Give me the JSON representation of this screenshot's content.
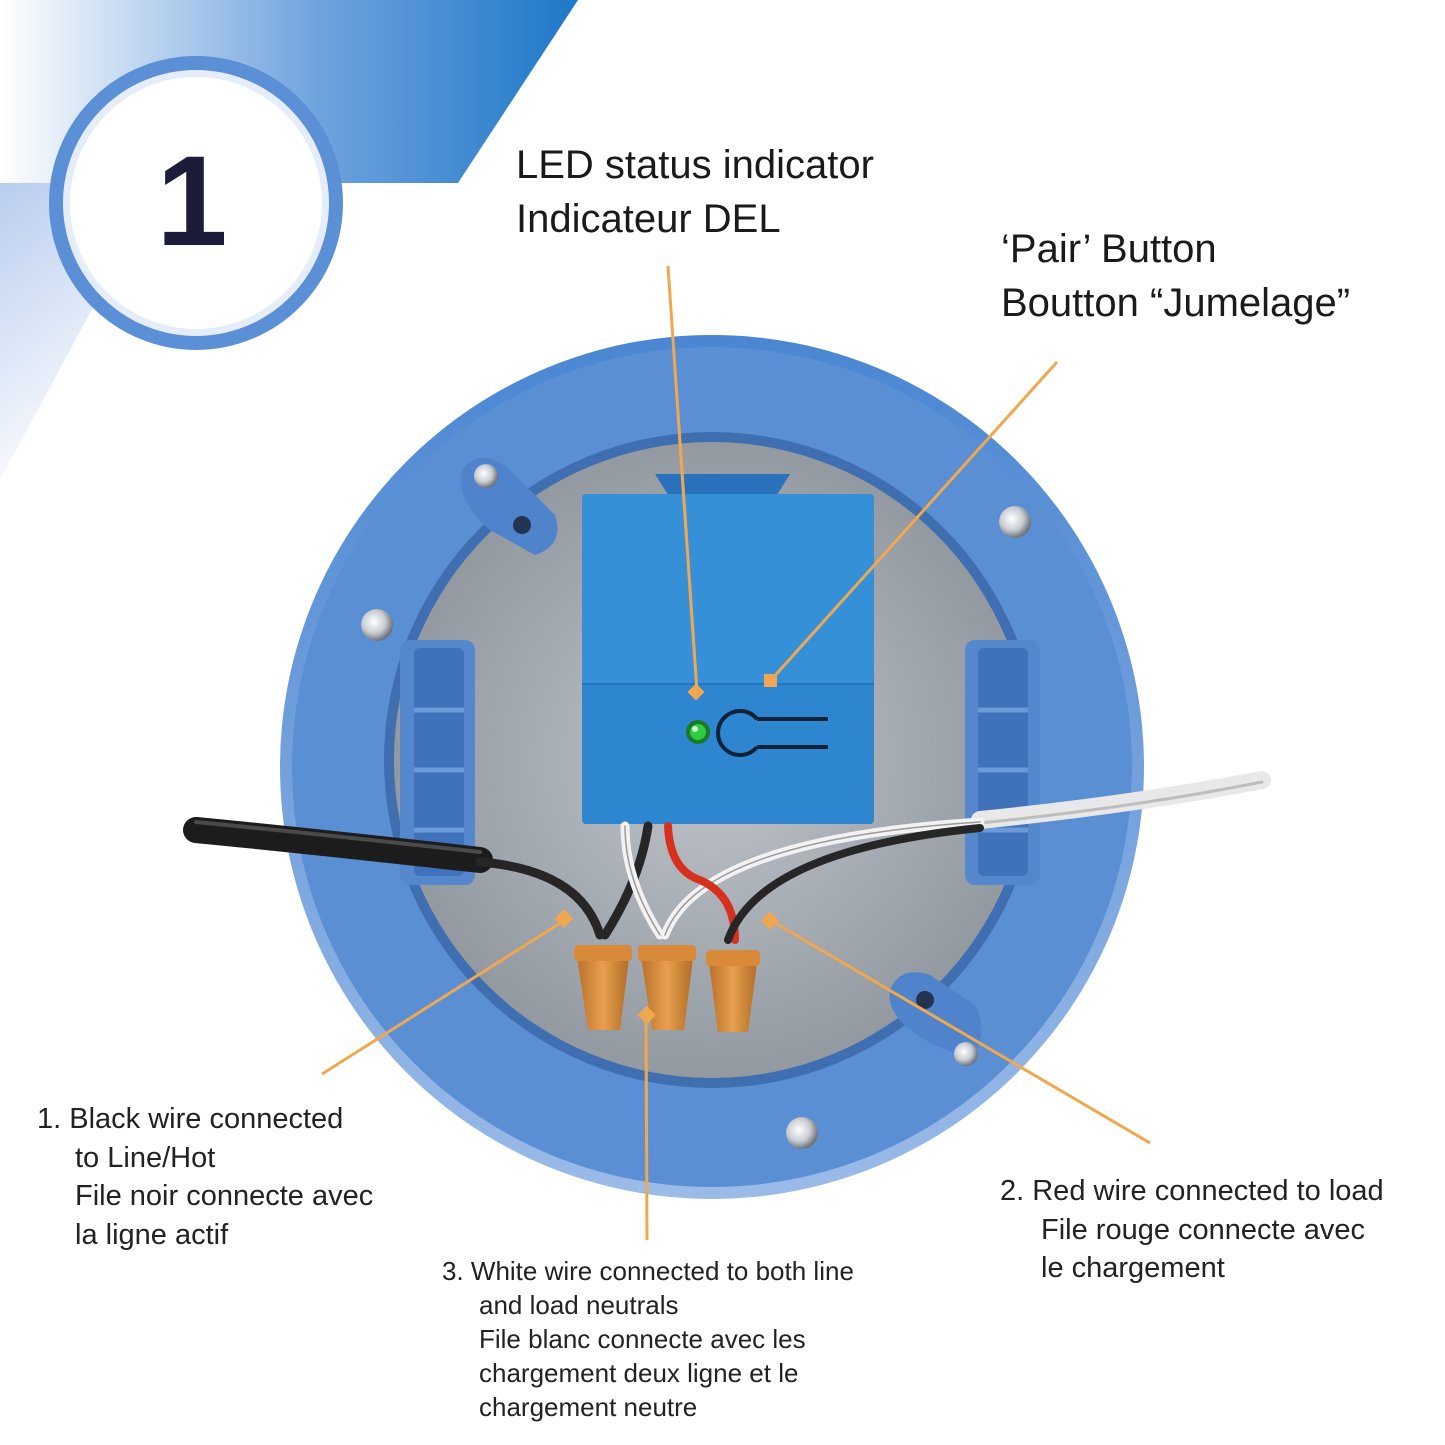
{
  "step": {
    "number": "1"
  },
  "colors": {
    "brand_blue": "#1e78c8",
    "box_blue": "#5b8fd6",
    "module_blue": "#2f86d0",
    "callout_orange": "#f0a850",
    "wire_nut_orange": "#d9893a",
    "led_green": "#2ecc40",
    "step_number": "#1c1b3a"
  },
  "callouts": {
    "led": {
      "line1": "LED status indicator",
      "line2": "Indicateur DEL"
    },
    "pair": {
      "line1": "‘Pair’ Button",
      "line2": "Boutton “Jumelage”"
    },
    "black_wire": {
      "line1": "1. Black wire connected",
      "line2": "to Line/Hot",
      "line3": "File noir connecte avec",
      "line4": "la ligne actif"
    },
    "red_wire": {
      "line1": "2. Red wire connected to load",
      "line2": "File rouge connecte avec",
      "line3": "le chargement"
    },
    "white_wire": {
      "line1": "3. White wire connected to both line",
      "line2": "and load neutrals",
      "line3": "File blanc connecte avec les",
      "line4": "chargement deux ligne et le",
      "line5": "chargement neutre"
    }
  },
  "icons": [
    "step-badge-icon",
    "pair-button-icon",
    "led-indicator-icon",
    "screw-icon",
    "wire-nut-icon"
  ]
}
